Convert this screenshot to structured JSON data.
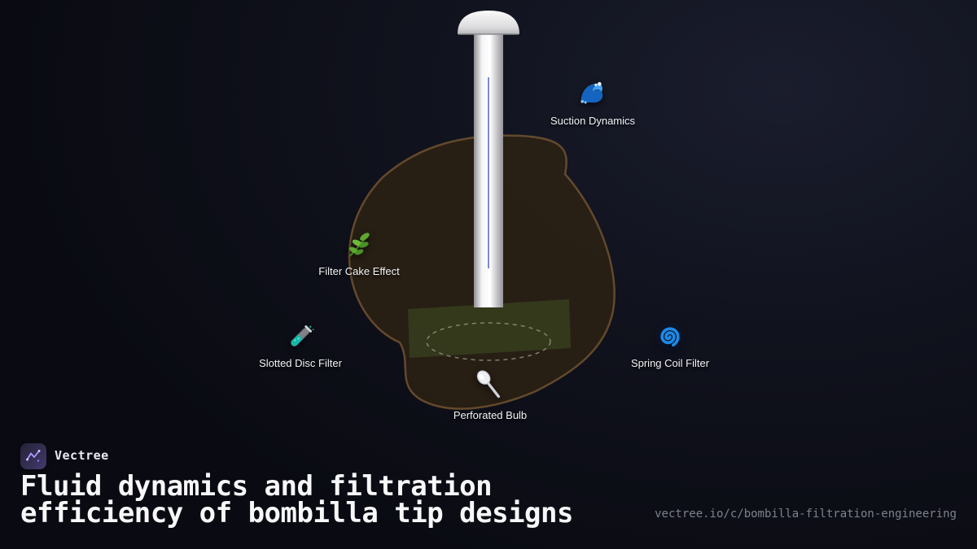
{
  "brand": {
    "name": "Vectree",
    "logo": "vectree-logo-icon"
  },
  "title": {
    "line1": "Fluid dynamics and filtration",
    "line2": "efficiency of bombilla tip designs"
  },
  "footer": {
    "url": "vectree.io/c/bombilla-filtration-engineering"
  },
  "diagram": {
    "subject": "bombilla straw in yerba mate gourd",
    "callouts": [
      {
        "icon": "wave-icon",
        "label": "Suction Dynamics"
      },
      {
        "icon": "herb-icon",
        "label": "Filter Cake Effect"
      },
      {
        "icon": "test-tube-icon",
        "label": "Slotted Disc Filter"
      },
      {
        "icon": "spiral-icon",
        "label": "Spring Coil Filter"
      },
      {
        "icon": "spoon-icon",
        "label": "Perforated Bulb"
      }
    ]
  },
  "colors": {
    "background": "#10121d",
    "blob_fill": "#2b2113",
    "blob_stroke": "#63492c",
    "filter_zone": "#3f4f22",
    "flow_line": "#4f5ccb",
    "tube": "#e8e8e8",
    "title_text": "#f7f7f9",
    "url_text": "#7d828c"
  }
}
